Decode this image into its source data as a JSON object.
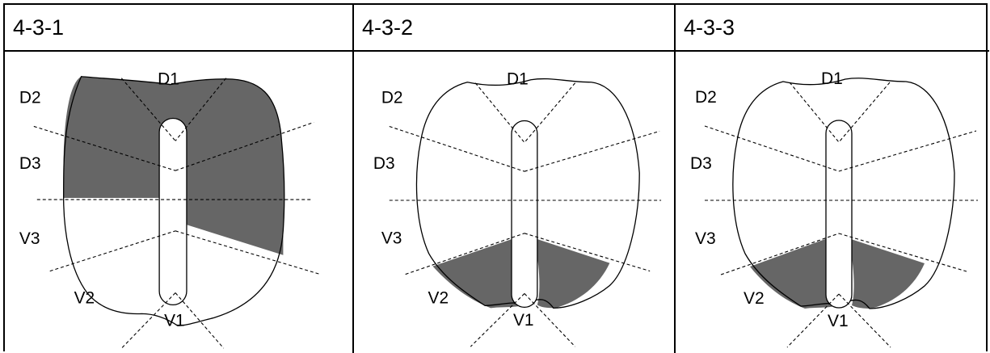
{
  "panels": [
    {
      "title": "4-3-1"
    },
    {
      "title": "4-3-2"
    },
    {
      "title": "4-3-3"
    }
  ],
  "labels": {
    "d1": "D1",
    "d2": "D2",
    "d3": "D3",
    "v1": "V1",
    "v2": "V2",
    "v3": "V3"
  },
  "colors": {
    "shading": "#666666",
    "lines": "#000000"
  }
}
